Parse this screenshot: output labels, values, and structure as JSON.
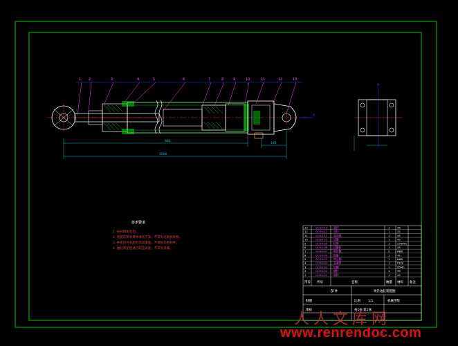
{
  "drawing": {
    "colors": {
      "background": "#000000",
      "frame": "#00c800",
      "part_outline": "#ffffff",
      "hatch": "#00c800",
      "centerline": "#d83838",
      "leader": "#2030ff",
      "dimension": "#00c8c8",
      "accent": "#ff40ff"
    },
    "balloons": [
      "1",
      "2",
      "3",
      "4",
      "5",
      "6",
      "7",
      "8",
      "9",
      "10",
      "11",
      "12",
      "13"
    ],
    "dimensions": [
      "880",
      "1500",
      "145"
    ],
    "view_marks": [
      "A",
      "A"
    ]
  },
  "technical_notes": {
    "title": "技术要求",
    "lines": [
      "1. 去除锐角毛刺。",
      "2. 装配前所有零件清洗干净，不得有毛刺和杂物。",
      "3. 各密封件装配时涂润滑脂，不得损伤密封件。",
      "4. 油缸装配后进行耐压试验，不得有渗漏。"
    ]
  },
  "bom": {
    "rows": [
      {
        "no": "13",
        "code": "GCH4-13",
        "name": "耳环",
        "qty": "1",
        "material": "45"
      },
      {
        "no": "12",
        "code": "GCH4-12",
        "name": "油口",
        "qty": "1",
        "material": "45"
      },
      {
        "no": "11",
        "code": "GCH4-11",
        "name": "导向套",
        "qty": "1",
        "material": "45"
      },
      {
        "no": "10",
        "code": "GCH4-10",
        "name": "活塞",
        "qty": "1",
        "material": "45"
      },
      {
        "no": "9",
        "code": "GCH4-09",
        "name": "缸筒",
        "qty": "1",
        "material": "27SiMn"
      },
      {
        "no": "8",
        "code": "GCH4-08",
        "name": "活塞杆",
        "qty": "1",
        "material": "45"
      },
      {
        "no": "7",
        "code": "GCH4-07",
        "name": "密封圈",
        "qty": "2",
        "material": "NBR"
      },
      {
        "no": "6",
        "code": "GCH4-06",
        "name": "缸盖",
        "qty": "1",
        "material": "45"
      },
      {
        "no": "5",
        "code": "GCH4-05",
        "name": "防尘圈",
        "qty": "1",
        "material": "NBR"
      },
      {
        "no": "4",
        "code": "GCH4-04",
        "name": "支承环",
        "qty": "1",
        "material": "PTFE"
      },
      {
        "no": "3",
        "code": "GCH4-03",
        "name": "挡圈",
        "qty": "1",
        "material": "65Mn"
      },
      {
        "no": "2",
        "code": "GCH4-02",
        "name": "螺钉",
        "qty": "4",
        "material": "35"
      },
      {
        "no": "1",
        "code": "GCH4-01",
        "name": "耳环",
        "qty": "1",
        "material": "45"
      }
    ],
    "header": {
      "no": "序号",
      "code": "代号",
      "name": "名称",
      "qty": "数量",
      "material": "材料",
      "remark": "备注"
    },
    "title_block": {
      "part_label": "部 件",
      "drawing_title": "举升油缸装配图",
      "scale_label": "比例",
      "scale_value": "1:5",
      "sheet_info": "共1张 第1张",
      "drawn_label": "制图",
      "checked_label": "审核",
      "org": "机械学院"
    }
  },
  "watermark": {
    "cn": "人人文库网",
    "url": "www.renrendoc.com"
  }
}
